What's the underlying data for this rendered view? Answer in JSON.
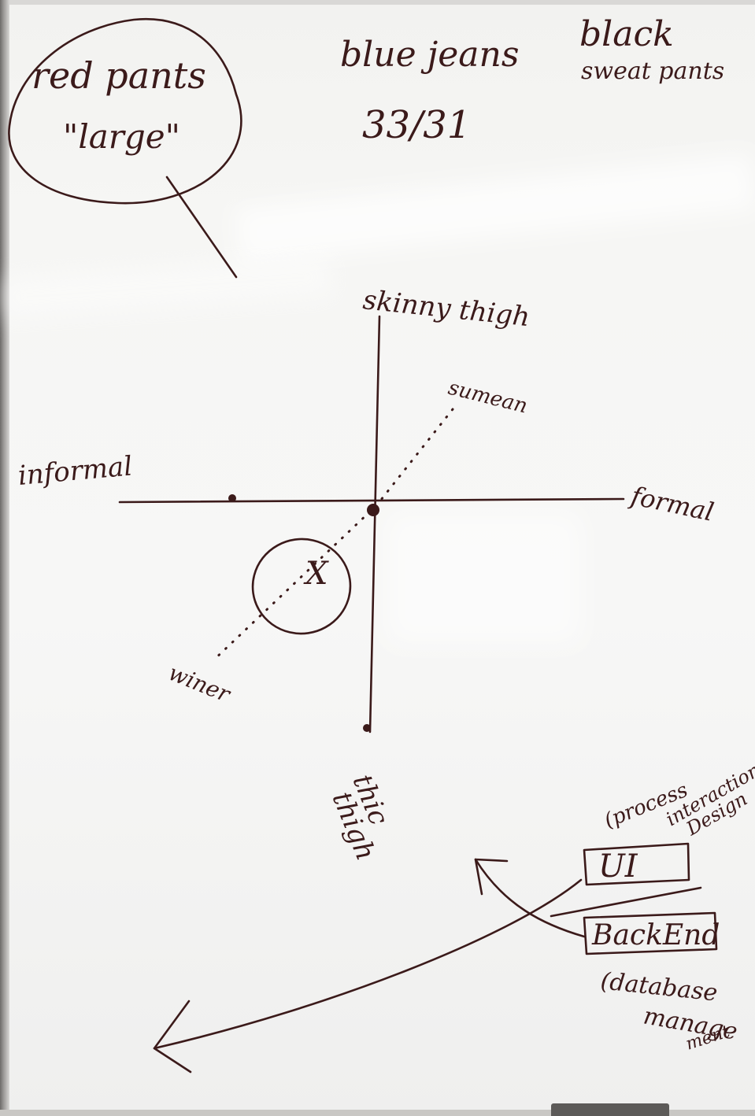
{
  "whiteboard": {
    "ink_color": "#3b1a1a",
    "notes": {
      "red_pants_line1": "red pants",
      "red_pants_line2": "\"large\"",
      "blue_jeans": "blue jeans",
      "jeans_size": "33/31",
      "black_line1": "black",
      "black_line2": "sweat pants"
    },
    "axes": {
      "top": "skinny thigh",
      "bottom_line1": "thic",
      "bottom_line2": "thigh",
      "left": "informal",
      "right": "formal"
    },
    "points": {
      "upper_right": "sumean",
      "lower_left": "winer",
      "circled_mark": "X"
    },
    "stack": {
      "process_line1": "(process",
      "process_line2": "interaction)",
      "process_line3": "Design",
      "ui_box": "UI",
      "backend_box": "BackEnd",
      "database_line1": "(database",
      "database_line2": "manage",
      "database_line3": "ment"
    }
  }
}
